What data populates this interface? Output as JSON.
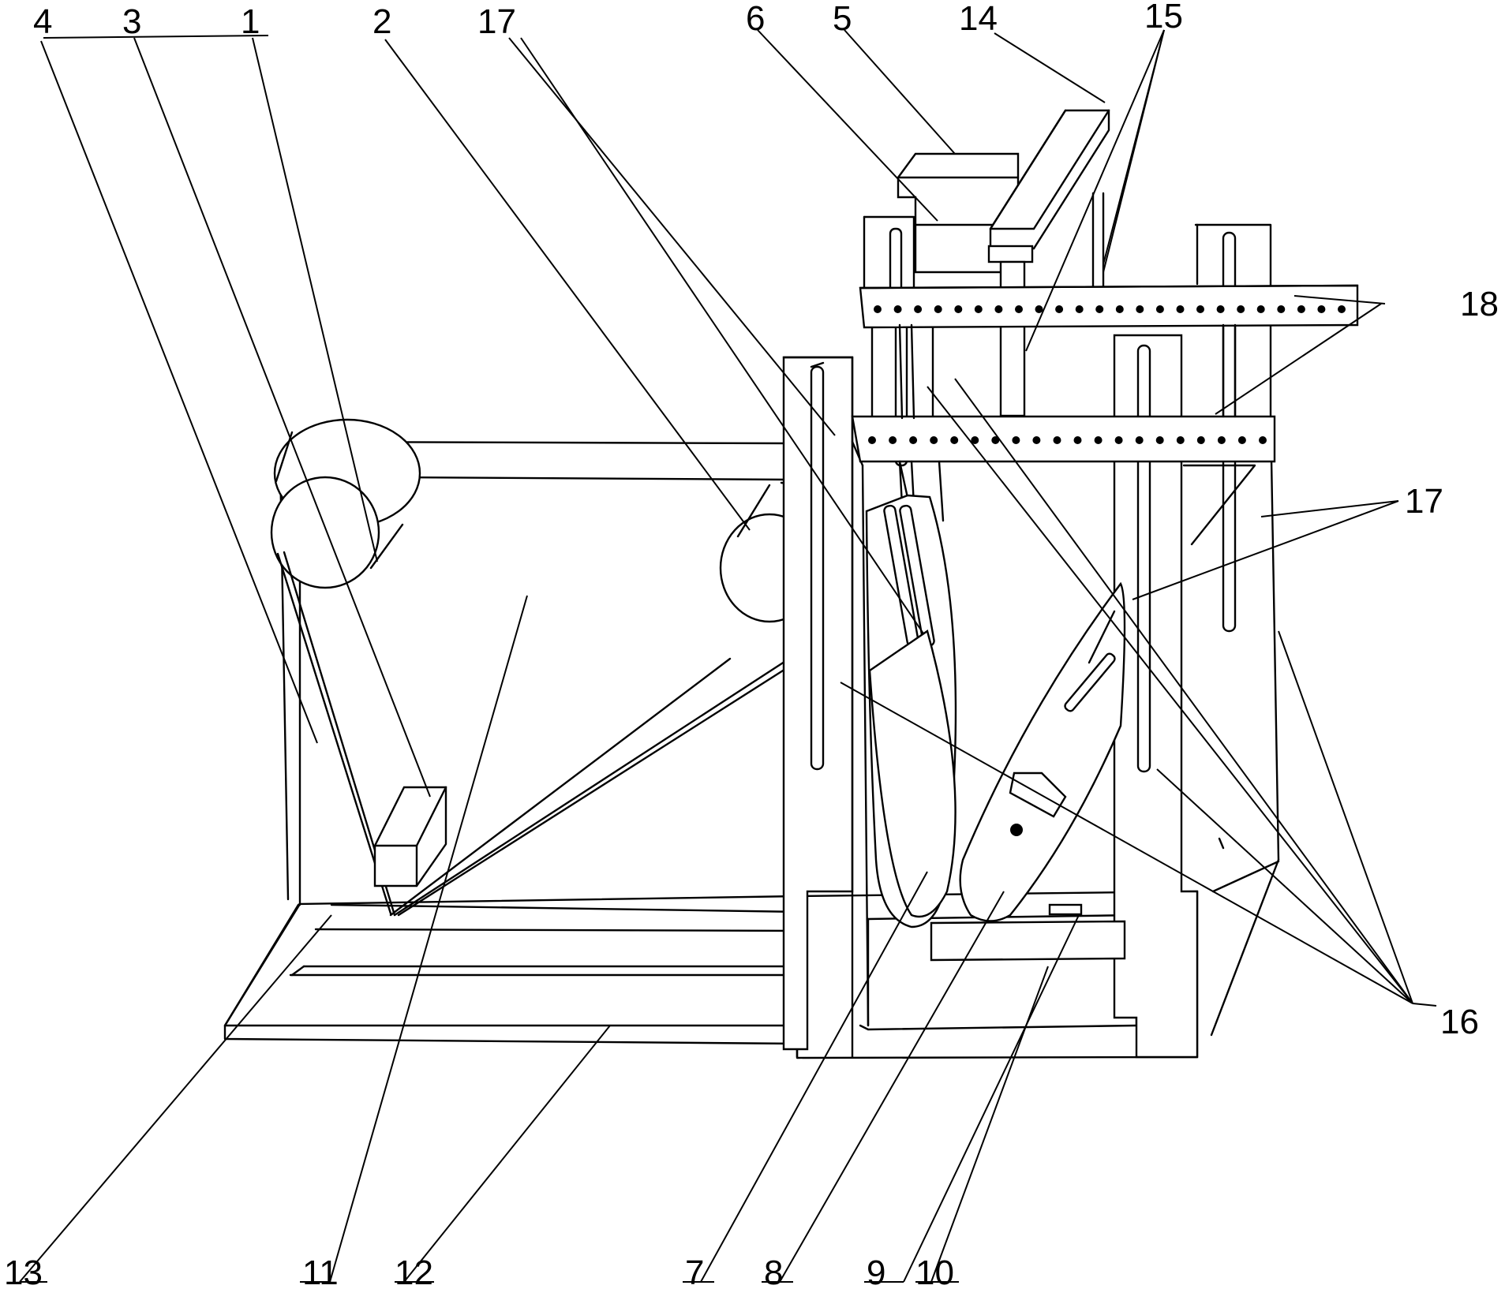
{
  "labels": {
    "n1": "1",
    "n2": "2",
    "n3": "3",
    "n4": "4",
    "n5": "5",
    "n6": "6",
    "n7": "7",
    "n8": "8",
    "n9": "9",
    "n10": "10",
    "n11": "11",
    "n12": "12",
    "n13": "13",
    "n14": "14",
    "n15": "15",
    "n16": "16",
    "n17a": "17",
    "n17b": "17",
    "n18": "18"
  }
}
